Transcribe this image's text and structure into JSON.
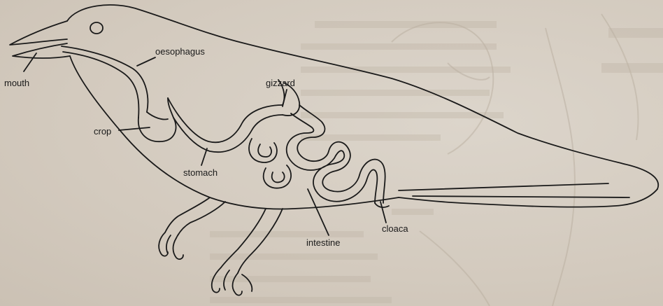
{
  "diagram": {
    "labels": {
      "mouth": "mouth",
      "oesophagus": "oesophagus",
      "gizzard": "gizzard",
      "crop": "crop",
      "stomach": "stomach",
      "intestine": "intestine",
      "cloaca": "cloaca"
    }
  },
  "colors": {
    "background": "#d7cfc4",
    "ink": "#1a1a1a",
    "bleed_through": "#b9ae9f"
  }
}
